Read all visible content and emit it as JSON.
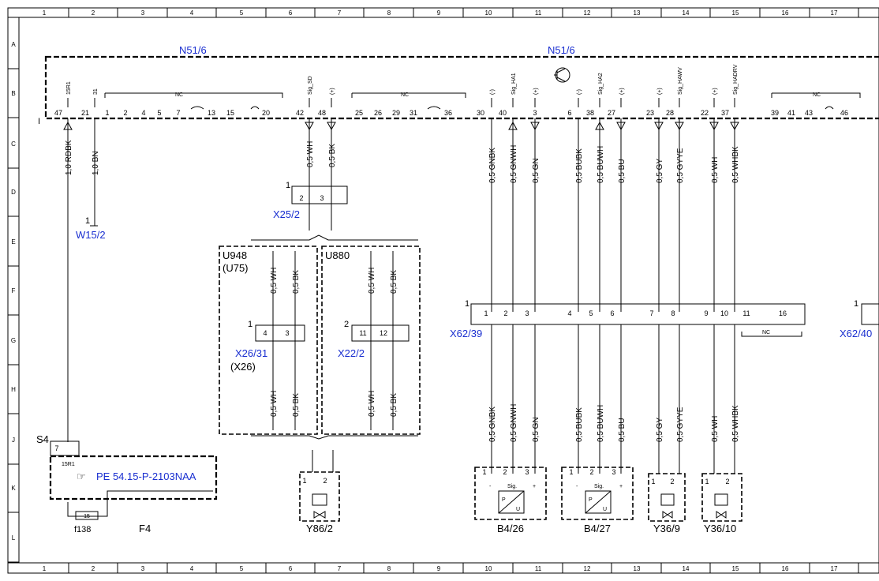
{
  "frame": {
    "columns": [
      "1",
      "2",
      "3",
      "4",
      "5",
      "6",
      "7",
      "8",
      "9",
      "10",
      "11",
      "12",
      "13",
      "14",
      "15",
      "16",
      "17"
    ],
    "rows": [
      "A",
      "B",
      "C",
      "D",
      "E",
      "F",
      "G",
      "H",
      "J",
      "K",
      "L"
    ]
  },
  "module": {
    "name_left": "N51/6",
    "name_right": "N51/6",
    "connector_marker": "I",
    "pins": [
      "47",
      "21",
      "1",
      "2",
      "4",
      "5",
      "7",
      "13",
      "15",
      "20",
      "42",
      "48",
      "25",
      "26",
      "29",
      "31",
      "36",
      "30",
      "40",
      "3",
      "6",
      "38",
      "27",
      "23",
      "28",
      "22",
      "37",
      "39",
      "41",
      "43",
      "46"
    ],
    "signals": [
      "15R1",
      "31",
      "Sig_SD",
      "(+)",
      "(-)",
      "Sig_HA1",
      "(+)",
      "(-)",
      "Sig_HA2",
      "(+)",
      "(+)",
      "Sig_HAWV",
      "(+)",
      "Sig_HADRV"
    ],
    "nc_label": "NC"
  },
  "wires": {
    "top": [
      "1,0 RDBK",
      "1,0 BN",
      "0,5 WH",
      "0,5 BK",
      "0,5 GNBK",
      "0,5 GNWH",
      "0,5 GN",
      "0,5 BUBK",
      "0,5 BUWH",
      "0,5 BU",
      "0,5 GY",
      "0,5 GYYE",
      "0,5 WH",
      "0,5 WHBK"
    ],
    "mid": [
      "0,5 WH",
      "0,5 BK",
      "0,5 WH",
      "0,5 BK"
    ],
    "lower": [
      "0,5 WH",
      "0,5 BK",
      "0,5 WH",
      "0,5 BK"
    ],
    "bottom": [
      "0,5 GNBK",
      "0,5 GNWH",
      "0,5 GN",
      "0,5 BUBK",
      "0,5 BUWH",
      "0,5 BU",
      "0,5 GY",
      "0,5 GYYE",
      "0,5 WH",
      "0,5 WHBK"
    ]
  },
  "components": {
    "w15_2": {
      "name": "W15/2",
      "pin": "1"
    },
    "x25_2": {
      "name": "X25/2",
      "num": "1",
      "pins": [
        "2",
        "3"
      ]
    },
    "u948": {
      "name": "U948",
      "alt": "(U75)"
    },
    "u880": {
      "name": "U880"
    },
    "x26_31": {
      "name": "X26/31",
      "alt": "(X26)",
      "num": "1",
      "pins": [
        "4",
        "3"
      ]
    },
    "x22_2": {
      "name": "X22/2",
      "num": "2",
      "pins": [
        "11",
        "12"
      ]
    },
    "x62_39": {
      "name": "X62/39",
      "num": "1",
      "pins": [
        "1",
        "2",
        "3",
        "4",
        "5",
        "6",
        "7",
        "8",
        "9",
        "10",
        "11",
        "16"
      ],
      "nc": "NC"
    },
    "x62_40": {
      "name": "X62/40",
      "num": "1"
    },
    "s4": {
      "name": "S4",
      "pin": "7",
      "sub": "15R1"
    },
    "ref": {
      "text": "PE 54.15-P-2103NAA"
    },
    "f138": {
      "name": "f138",
      "fuse": "15"
    },
    "f4": {
      "name": "F4"
    },
    "y86_2": {
      "name": "Y86/2",
      "pins": [
        "1",
        "2"
      ]
    },
    "b4_26": {
      "name": "B4/26",
      "pins": [
        "1",
        "2",
        "3"
      ],
      "marks": [
        "-",
        "Sig.",
        "+"
      ],
      "sym": [
        "P",
        "U"
      ]
    },
    "b4_27": {
      "name": "B4/27",
      "pins": [
        "1",
        "2",
        "3"
      ],
      "marks": [
        "-",
        "Sig.",
        "+"
      ],
      "sym": [
        "P",
        "U"
      ]
    },
    "y36_9": {
      "name": "Y36/9",
      "pins": [
        "1",
        "2"
      ]
    },
    "y36_10": {
      "name": "Y36/10",
      "pins": [
        "1",
        "2"
      ]
    }
  }
}
